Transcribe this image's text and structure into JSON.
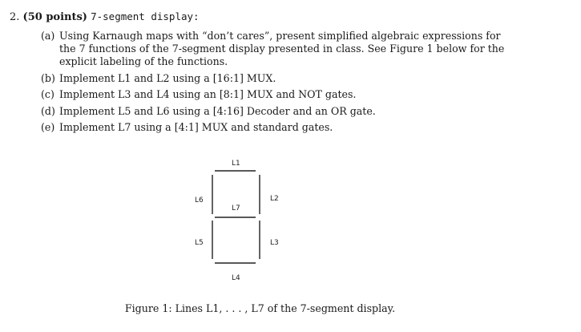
{
  "problem": {
    "number": "2.",
    "points": "(50 points)",
    "title": "7-segment display:",
    "parts": [
      {
        "label": "(a)",
        "text": "Using Karnaugh maps with “don’t cares”, present simplified algebraic expressions for the 7 functions of the 7-segment display presented in class. See Figure 1 below for the explicit labeling of the functions."
      },
      {
        "label": "(b)",
        "text": "Implement L1 and L2 using a [16:1] MUX."
      },
      {
        "label": "(c)",
        "text": "Implement L3 and L4 using an [8:1] MUX and NOT gates."
      },
      {
        "label": "(d)",
        "text": "Implement L5 and L6 using a [4:16] Decoder and an OR gate."
      },
      {
        "label": "(e)",
        "text": "Implement L7 using a [4:1] MUX and standard gates."
      }
    ]
  },
  "figure": {
    "segment_labels": {
      "L1": "L1",
      "L2": "L2",
      "L3": "L3",
      "L4": "L4",
      "L5": "L5",
      "L6": "L6",
      "L7": "L7"
    },
    "caption": "Figure 1: Lines L1, . . . , L7 of the 7-segment display."
  }
}
